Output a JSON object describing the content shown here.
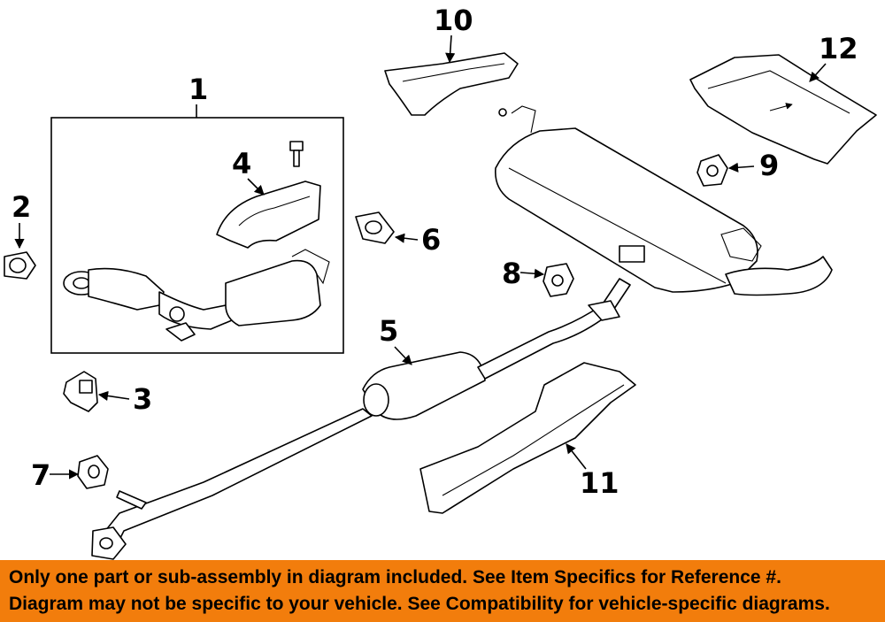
{
  "diagram": {
    "callouts": [
      {
        "id": "callout-1",
        "number": "1"
      },
      {
        "id": "callout-2",
        "number": "2"
      },
      {
        "id": "callout-3",
        "number": "3"
      },
      {
        "id": "callout-4",
        "number": "4"
      },
      {
        "id": "callout-5",
        "number": "5"
      },
      {
        "id": "callout-6",
        "number": "6"
      },
      {
        "id": "callout-7",
        "number": "7"
      },
      {
        "id": "callout-8",
        "number": "8"
      },
      {
        "id": "callout-9",
        "number": "9"
      },
      {
        "id": "callout-10",
        "number": "10"
      },
      {
        "id": "callout-11",
        "number": "11"
      },
      {
        "id": "callout-12",
        "number": "12"
      }
    ]
  },
  "banner": {
    "line1": "Only one part or sub-assembly in diagram included. See Item Specifics for Reference #.",
    "line2": "Diagram may not be specific to your vehicle. See Compatibility for vehicle-specific diagrams.",
    "color": "#f27d0c"
  }
}
